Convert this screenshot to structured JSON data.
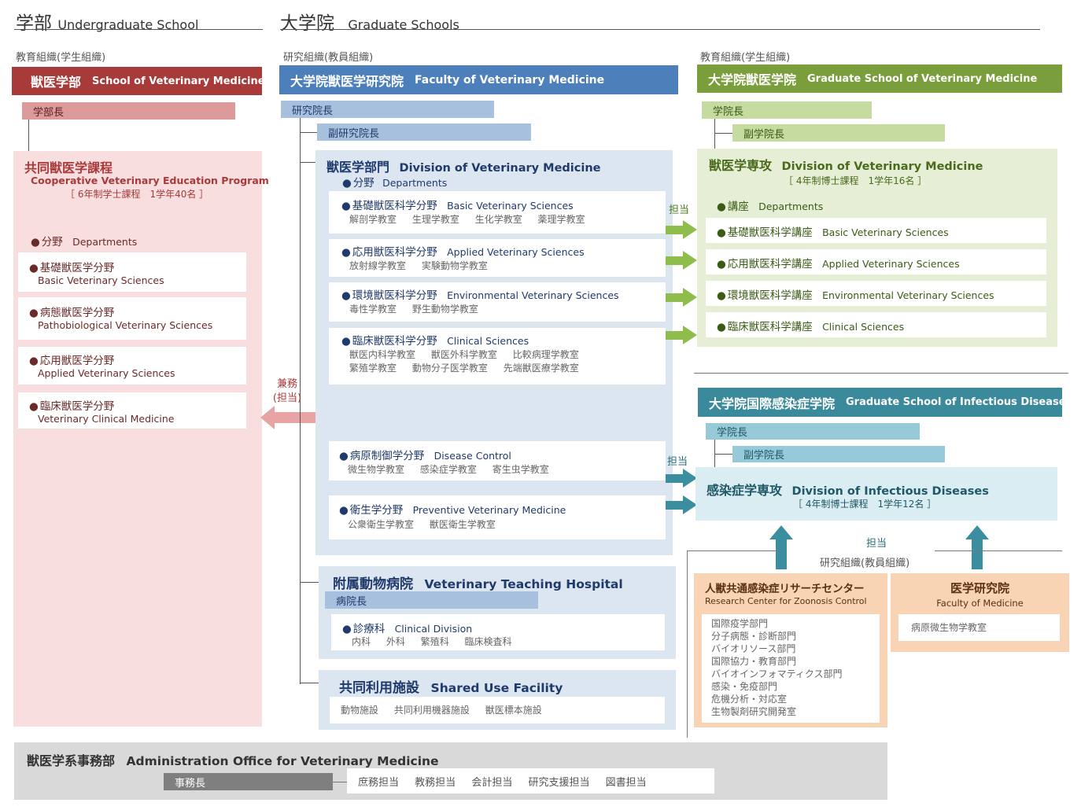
{
  "headers": {
    "undergrad_jp": "学部",
    "undergrad_en": "Undergraduate School",
    "grad_jp": "大学院",
    "grad_en": "Graduate Schools"
  },
  "section_labels": {
    "edu_student_left": "教育組織(学生組織)",
    "research_faculty": "研究組織(教員組織)",
    "edu_student_right": "教育組織(学生組織)"
  },
  "undergrad": {
    "bar_jp": "獣医学部",
    "bar_en": "School of Veterinary Medicine",
    "dean": "学部長",
    "program_jp": "共同獣医学課程",
    "program_en": "Cooperative Veterinary Education Program",
    "program_detail": "［ 6年制学士課程　1学年40名 ］",
    "fields_label_jp": "分野",
    "fields_label_en": "Departments",
    "fields": [
      {
        "jp": "基礎獣医学分野",
        "en": "Basic Veterinary Sciences"
      },
      {
        "jp": "病態獣医学分野",
        "en": "Pathobiological Veterinary Sciences"
      },
      {
        "jp": "応用獣医学分野",
        "en": "Applied Veterinary Sciences"
      },
      {
        "jp": "臨床獣医学分野",
        "en": "Veterinary Clinical Medicine"
      }
    ]
  },
  "faculty": {
    "bar_jp": "大学院獣医学研究院",
    "bar_en": "Faculty of Veterinary Medicine",
    "dean": "研究院長",
    "vice_dean": "副研究院長",
    "division_jp": "獣医学部門",
    "division_en": "Division of Veterinary Medicine",
    "fields_label_jp": "分野",
    "fields_label_en": "Departments",
    "fields": [
      {
        "jp": "基礎獣医科学分野",
        "en": "Basic Veterinary Sciences",
        "labs": [
          "解剖学教室",
          "生理学教室",
          "生化学教室",
          "薬理学教室"
        ]
      },
      {
        "jp": "応用獣医科学分野",
        "en": "Applied Veterinary Sciences",
        "labs": [
          "放射線学教室",
          "実験動物学教室"
        ]
      },
      {
        "jp": "環境獣医科学分野",
        "en": "Environmental Veterinary Sciences",
        "labs": [
          "毒性学教室",
          "野生動物学教室"
        ]
      },
      {
        "jp": "臨床獣医科学分野",
        "en": "Clinical Sciences",
        "labs": [
          "獣医内科学教室",
          "獣医外科学教室",
          "比較病理学教室"
        ],
        "labs2": [
          "繁殖学教室",
          "動物分子医学教室",
          "先端獣医療学教室"
        ]
      },
      {
        "jp": "病原制御学分野",
        "en": "Disease Control",
        "labs": [
          "微生物学教室",
          "感染症学教室",
          "寄生虫学教室"
        ]
      },
      {
        "jp": "衛生学分野",
        "en": "Preventive Veterinary Medicine",
        "labs": [
          "公衆衛生学教室",
          "獣医衛生学教室"
        ]
      }
    ],
    "hospital_jp": "附属動物病院",
    "hospital_en": "Veterinary Teaching Hospital",
    "hospital_director": "病院長",
    "clinical_jp": "診療科",
    "clinical_en": "Clinical Division",
    "clinical_units": [
      "内科",
      "外科",
      "繁殖科",
      "臨床検査科"
    ],
    "shared_jp": "共同利用施設",
    "shared_en": "Shared Use Facility",
    "shared_units": [
      "動物施設",
      "共同利用機器施設",
      "獣医標本施設"
    ]
  },
  "kanmu": {
    "line1": "兼務",
    "line2": "(担当)"
  },
  "tanto": "担当",
  "grad_vet": {
    "bar_jp": "大学院獣医学院",
    "bar_en": "Graduate School of Veterinary Medicine",
    "dean": "学院長",
    "vice_dean": "副学院長",
    "division_jp": "獣医学専攻",
    "division_en": "Division of Veterinary Medicine",
    "division_detail": "［ 4年制博士課程　1学年16名 ］",
    "courses_label_jp": "講座",
    "courses_label_en": "Departments",
    "courses": [
      {
        "jp": "基礎獣医科学講座",
        "en": "Basic Veterinary Sciences"
      },
      {
        "jp": "応用獣医科学講座",
        "en": "Applied Veterinary Sciences"
      },
      {
        "jp": "環境獣医科学講座",
        "en": "Environmental Veterinary Sciences"
      },
      {
        "jp": "臨床獣医科学講座",
        "en": "Clinical Sciences"
      }
    ]
  },
  "grad_inf": {
    "bar_jp": "大学院国際感染症学院",
    "bar_en": "Graduate School of Infectious Diseases",
    "dean": "学院長",
    "vice_dean": "副学院長",
    "division_jp": "感染症学専攻",
    "division_en": "Division of Infectious Diseases",
    "division_detail": "［ 4年制博士課程　1学年12名 ］"
  },
  "research_org_label": "研究組織(教員組織)",
  "zoonosis": {
    "jp": "人獣共通感染症リサーチセンター",
    "en": "Research Center for Zoonosis Control",
    "units": [
      "国際疫学部門",
      "分子病態・診断部門",
      "バイオリソース部門",
      "国際協力・教育部門",
      "バイオインフォマティクス部門",
      "感染・免疫部門",
      "危機分析・対応室",
      "生物製剤研究開発室"
    ]
  },
  "medicine": {
    "jp": "医学研究院",
    "en": "Faculty of Medicine",
    "units": [
      "病原微生物学教室"
    ]
  },
  "admin": {
    "jp": "獣医学系事務部",
    "en": "Administration Office for Veterinary Medicine",
    "head": "事務長",
    "units": [
      "庶務担当",
      "教務担当",
      "会計担当",
      "研究支援担当",
      "図書担当"
    ]
  },
  "colors": {
    "undergrad_red": "#a83a3a",
    "undergrad_pink": "#f8dede",
    "undergrad_pill": "#dc9a9a",
    "faculty_blue": "#4d7fbb",
    "faculty_light": "#dce6f1",
    "faculty_pill": "#a7c0dd",
    "gradvet_green": "#7a9e3b",
    "gradvet_light": "#e6efd6",
    "gradvet_pill": "#c5dba0",
    "arrow_green": "#8ebd4b",
    "inf_teal": "#3a8a9c",
    "inf_light": "#daedf2",
    "inf_pill": "#96cad9",
    "orange_light": "#f8d4b4",
    "admin_gray": "#d9d9d9",
    "admin_pill": "#7f7f7f"
  }
}
